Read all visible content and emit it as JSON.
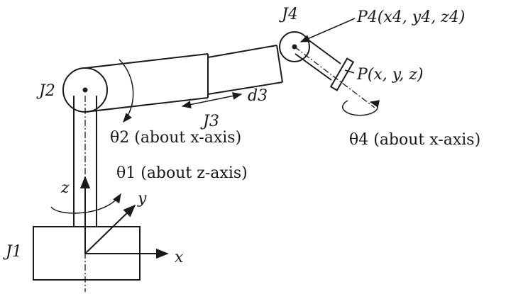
{
  "labels": {
    "j1": "J1",
    "j2": "J2",
    "j3": "J3",
    "j4": "J4",
    "d3": "d3",
    "p4": "P4(x4, y4, z4)",
    "p": "P(x, y, z)",
    "theta1": "θ1 (about z-axis)",
    "theta2": "θ2 (about x-axis)",
    "theta4": "θ4 (about x-axis)",
    "axis_x": "x",
    "axis_y": "y",
    "axis_z": "z"
  }
}
